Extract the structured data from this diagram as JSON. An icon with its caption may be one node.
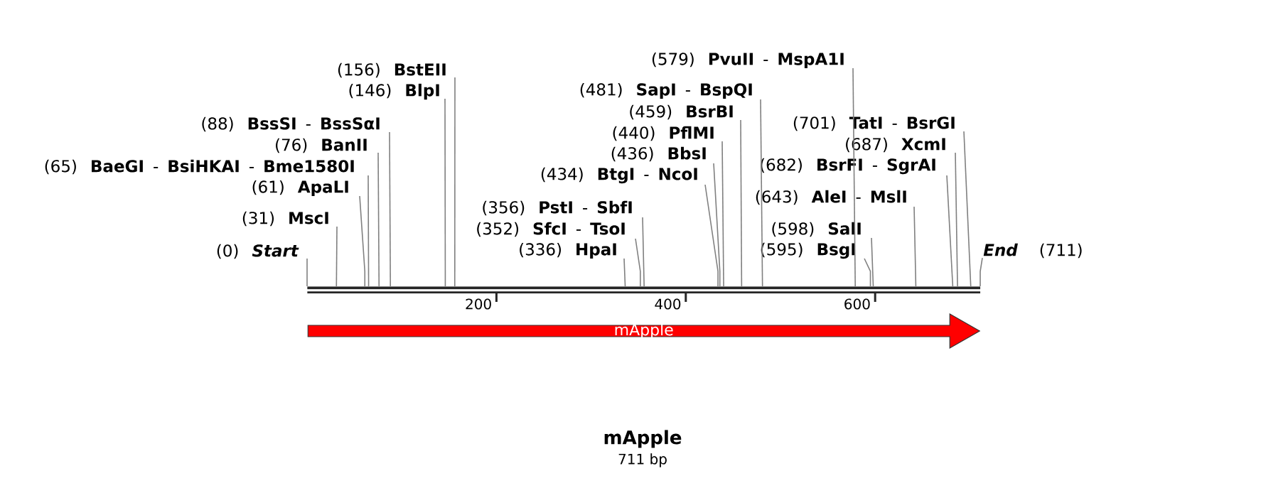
{
  "diagram": {
    "title": "mApple",
    "caption": "711 bp",
    "nodes": [
      {
        "text": [
          "(0)",
          "Start"
        ]
      },
      {
        "text": [
          "(31)",
          "MscI"
        ]
      },
      {
        "text": [
          "(61)",
          "ApaLI"
        ]
      },
      {
        "text": [
          "(65)",
          "BaeGI",
          "-",
          "BsiHKAI",
          "-",
          "Bme1580I"
        ]
      },
      {
        "text": [
          "(76)",
          "BanII"
        ]
      },
      {
        "text": [
          "(88)",
          "BssSI",
          "-",
          "BssSαI"
        ]
      },
      {
        "text": [
          "(146)",
          "BlpI"
        ]
      },
      {
        "text": [
          "(156)",
          "BstEII"
        ]
      },
      {
        "text": [
          "(336)",
          "HpaI"
        ]
      },
      {
        "text": [
          "(352)",
          "SfcI",
          "-",
          "TsoI"
        ]
      },
      {
        "text": [
          "(356)",
          "PstI",
          "-",
          "SbfI"
        ]
      },
      {
        "text": [
          "(434)",
          "BtgI",
          "-",
          "NcoI"
        ]
      },
      {
        "text": [
          "(436)",
          "BbsI"
        ]
      },
      {
        "text": [
          "(440)",
          "PflMI"
        ]
      },
      {
        "text": [
          "(459)",
          "BsrBI"
        ]
      },
      {
        "text": [
          "(481)",
          "SapI",
          "-",
          "BspQI"
        ]
      },
      {
        "text": [
          "(579)",
          "PvuII",
          "-",
          "MspA1I"
        ]
      },
      {
        "text": [
          "(595)",
          "BsgI"
        ]
      },
      {
        "text": [
          "(598)",
          "SalI"
        ]
      },
      {
        "text": [
          "(643)",
          "AleI",
          "-",
          "MslI"
        ]
      },
      {
        "text": [
          "(682)",
          "BsrFI",
          "-",
          "SgrAI"
        ]
      },
      {
        "text": [
          "(687)",
          "XcmI"
        ]
      },
      {
        "text": [
          "(701)",
          "TatI",
          "-",
          "BsrGI"
        ]
      },
      {
        "text": [
          "End",
          "(711)"
        ]
      },
      {
        "text": [],
        "shape": "bar"
      },
      {
        "text": [
          "mApple"
        ]
      }
    ],
    "edges": [
      {
        "from": 0,
        "to": 24,
        "arrow": "none"
      },
      {
        "from": 1,
        "to": 24,
        "arrow": "none"
      },
      {
        "from": 2,
        "to": 24,
        "arrow": "none"
      },
      {
        "from": 3,
        "to": 24,
        "arrow": "none"
      },
      {
        "from": 4,
        "to": 24,
        "arrow": "none"
      },
      {
        "from": 5,
        "to": 24,
        "arrow": "none"
      },
      {
        "from": 6,
        "to": 24,
        "arrow": "none"
      },
      {
        "from": 7,
        "to": 24,
        "arrow": "none"
      },
      {
        "from": 8,
        "to": 24,
        "arrow": "none"
      },
      {
        "from": 9,
        "to": 24,
        "arrow": "none"
      },
      {
        "from": 10,
        "to": 24,
        "arrow": "none"
      },
      {
        "from": 11,
        "to": 24,
        "arrow": "none"
      },
      {
        "from": 12,
        "to": 24,
        "arrow": "none"
      },
      {
        "from": 13,
        "to": 24,
        "arrow": "none"
      },
      {
        "from": 14,
        "to": 24,
        "arrow": "none"
      },
      {
        "from": 15,
        "to": 24,
        "arrow": "none"
      },
      {
        "from": 16,
        "to": 24,
        "arrow": "none"
      },
      {
        "from": 17,
        "to": 24,
        "arrow": "none"
      },
      {
        "from": 18,
        "to": 24,
        "arrow": "none"
      },
      {
        "from": 19,
        "to": 24,
        "arrow": "none"
      },
      {
        "from": 20,
        "to": 24,
        "arrow": "none"
      },
      {
        "from": 21,
        "to": 24,
        "arrow": "none"
      },
      {
        "from": 22,
        "to": 24,
        "arrow": "none"
      },
      {
        "from": 23,
        "to": 24,
        "arrow": "none"
      }
    ],
    "labels": [
      "200",
      "400",
      "600"
    ]
  }
}
